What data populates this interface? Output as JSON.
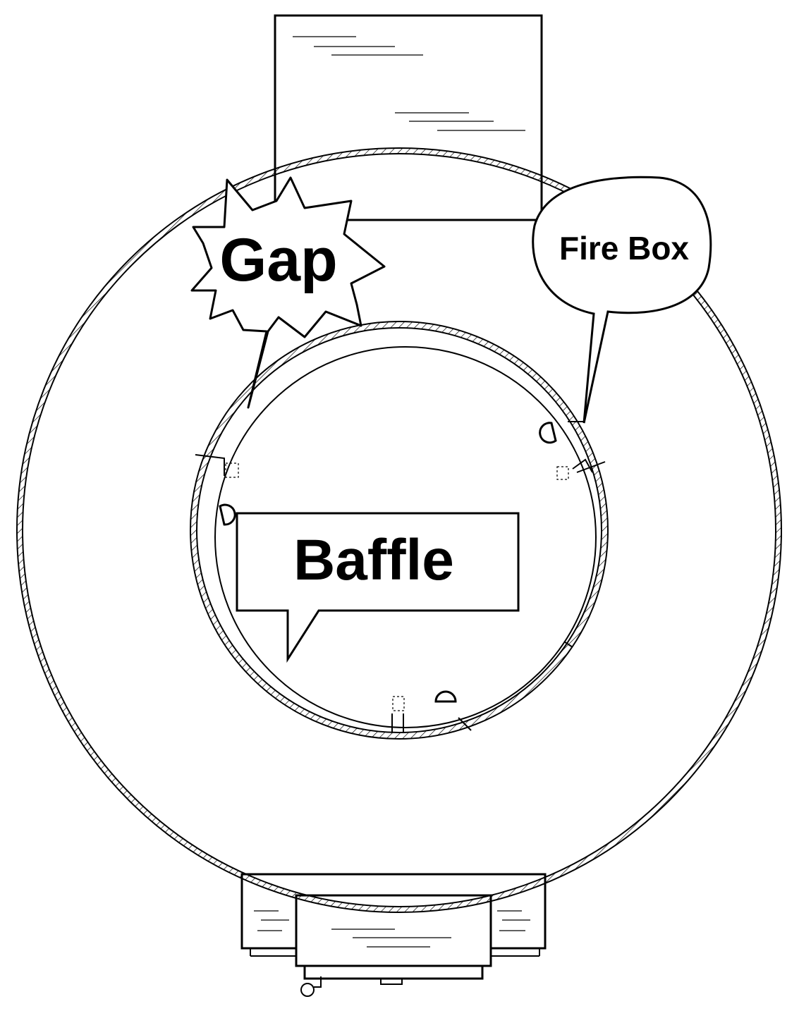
{
  "callouts": {
    "gap": "Gap",
    "fire_box": "Fire Box",
    "baffle": "Baffle"
  },
  "colors": {
    "line": "#000000",
    "background": "#ffffff"
  }
}
